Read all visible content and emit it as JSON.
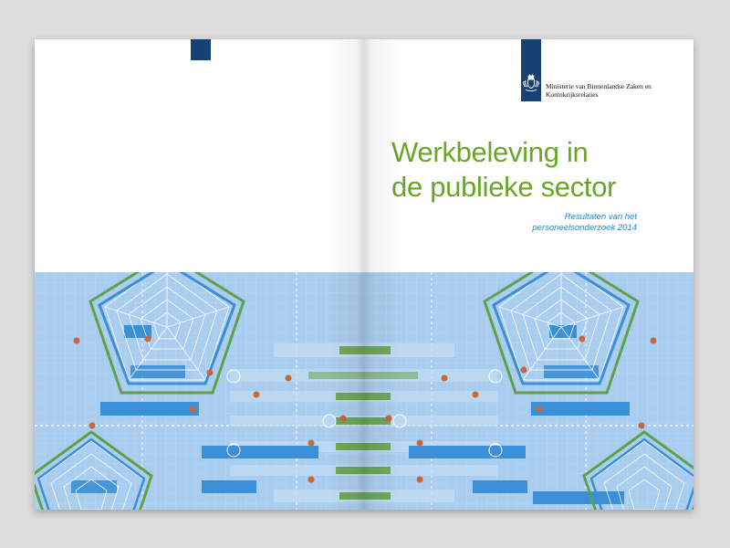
{
  "cover": {
    "ministry_line1": "Ministerie van Binnenlandse Zaken en",
    "ministry_line2": "Koninkrijksrelaties",
    "title_line1": "Werkbeleving in",
    "title_line2": "de publieke sector",
    "subtitle_line1": "Resultaten van het",
    "subtitle_line2": "personeelsonderzoek 2014"
  },
  "icons": {
    "crest": "dutch-government-crest-icon"
  },
  "colors": {
    "ministry_blue": "#154273",
    "title_green": "#6aa52a",
    "subtitle_blue": "#1a8ad8",
    "pattern_background": "#a9cdee",
    "pattern_blue": "#3a8fd6",
    "pattern_green": "#5fa04b",
    "pattern_dot": "#c9673a"
  }
}
